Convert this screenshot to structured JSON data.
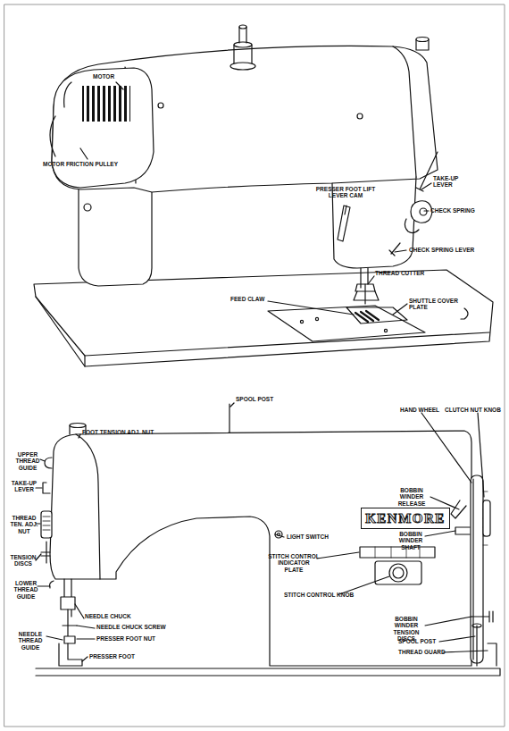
{
  "diagram": {
    "nodes": [
      {
        "text": [
          "KENMORE"
        ]
      }
    ],
    "labels": [
      "MOTOR",
      "MOTOR FRICTION PULLEY",
      "PRESSER FOOT LIFT LEVER CAM",
      "TAKE-UP LEVER",
      "CHECK SPRING",
      "CHECK SPRING LEVER",
      "THREAD CUTTER",
      "FEED CLAW",
      "SHUTTLE COVER PLATE",
      "SPOOL POST",
      "FOOT TENSION ADJ. NUT",
      "HAND WHEEL",
      "CLUTCH NUT KNOB",
      "UPPER THREAD GUIDE",
      "TAKE-UP LEVER",
      "THREAD TEN. ADJ. NUT",
      "TENSION DISCS",
      "LOWER THREAD GUIDE",
      "NEEDLE CHUCK",
      "NEEDLE CHUCK SCREW",
      "NEEDLE THREAD GUIDE",
      "PRESSER FOOT NUT",
      "PRESSER FOOT",
      "LIGHT SWITCH",
      "STITCH CONTROL INDICATOR PLATE",
      "STITCH CONTROL KNOB",
      "BOBBIN WINDER RELEASE LEVER",
      "BOBBIN WINDER SHAFT",
      "BOBBIN WINDER TENSION DISCS",
      "SPOOL POST",
      "THREAD GUARD"
    ]
  }
}
